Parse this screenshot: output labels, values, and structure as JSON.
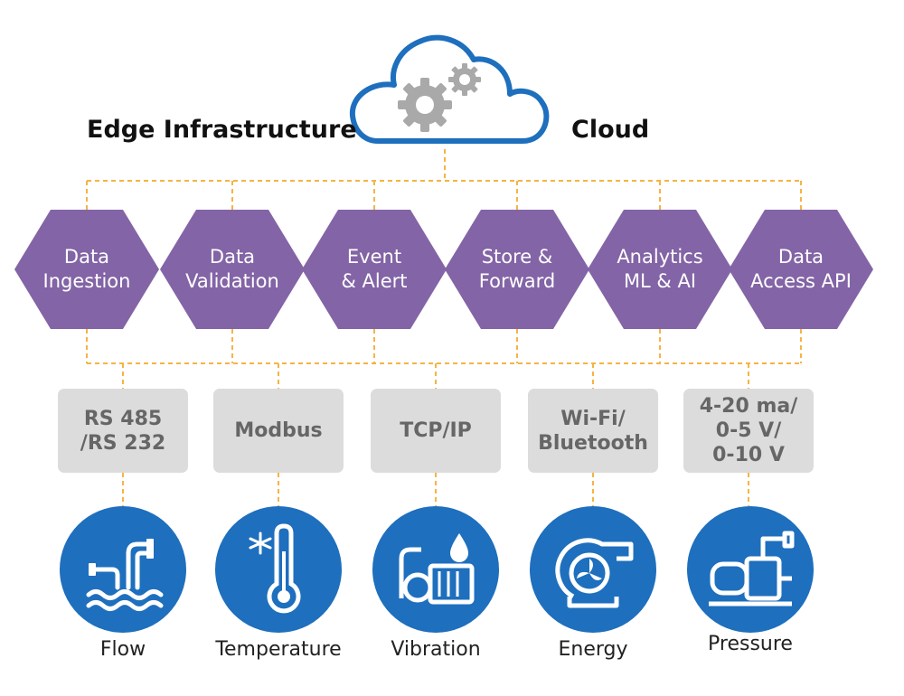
{
  "titles": {
    "edge": "Edge Infrastructure",
    "cloud": "Cloud"
  },
  "services": [
    {
      "label": "Data\nIngestion"
    },
    {
      "label": "Data\nValidation"
    },
    {
      "label": "Event\n& Alert"
    },
    {
      "label": "Store &\nForward"
    },
    {
      "label": "Analytics\nML & AI"
    },
    {
      "label": "Data\nAccess API"
    }
  ],
  "protocols": [
    {
      "label": "RS 485\n/RS 232"
    },
    {
      "label": "Modbus"
    },
    {
      "label": "TCP/IP"
    },
    {
      "label": "Wi-Fi/\nBluetooth"
    },
    {
      "label": "4-20 ma/\n0-5 V/\n0-10 V"
    }
  ],
  "sensors": [
    {
      "label": "Flow",
      "icon": "flow-pipes-icon"
    },
    {
      "label": "Temperature",
      "icon": "thermometer-icon"
    },
    {
      "label": "Vibration",
      "icon": "vibration-motor-icon"
    },
    {
      "label": "Energy",
      "icon": "fan-turbine-icon"
    },
    {
      "label": "Pressure",
      "icon": "pressure-pump-icon"
    }
  ],
  "colors": {
    "hexagon": "#8364a6",
    "connector": "#f5b445",
    "protocol_box": "#dcdcdc",
    "protocol_text": "#666666",
    "sensor_circle": "#1e6fbd",
    "cloud_outline": "#1e6fbd",
    "gear": "#a9a9a9"
  }
}
